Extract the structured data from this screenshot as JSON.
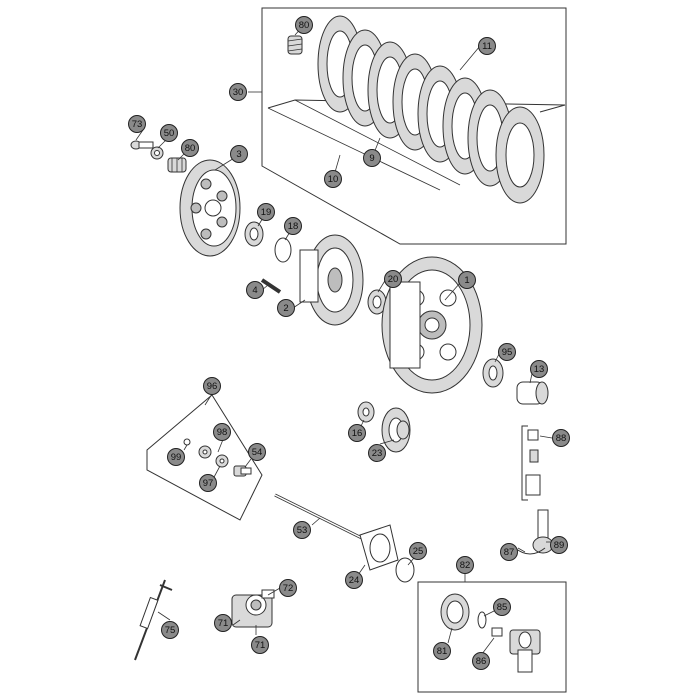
{
  "callout_fill": "#8a8a8a",
  "callouts": [
    {
      "id": "80a",
      "label": "80"
    },
    {
      "id": "11",
      "label": "11"
    },
    {
      "id": "30",
      "label": "30"
    },
    {
      "id": "9",
      "label": "9"
    },
    {
      "id": "10",
      "label": "10"
    },
    {
      "id": "73",
      "label": "73"
    },
    {
      "id": "50",
      "label": "50"
    },
    {
      "id": "80b",
      "label": "80"
    },
    {
      "id": "3",
      "label": "3"
    },
    {
      "id": "19",
      "label": "19"
    },
    {
      "id": "18",
      "label": "18"
    },
    {
      "id": "20",
      "label": "20"
    },
    {
      "id": "1",
      "label": "1"
    },
    {
      "id": "4",
      "label": "4"
    },
    {
      "id": "2",
      "label": "2"
    },
    {
      "id": "95",
      "label": "95"
    },
    {
      "id": "13",
      "label": "13"
    },
    {
      "id": "96",
      "label": "96"
    },
    {
      "id": "98",
      "label": "98"
    },
    {
      "id": "99",
      "label": "99"
    },
    {
      "id": "54",
      "label": "54"
    },
    {
      "id": "97",
      "label": "97"
    },
    {
      "id": "16",
      "label": "16"
    },
    {
      "id": "23",
      "label": "23"
    },
    {
      "id": "88",
      "label": "88"
    },
    {
      "id": "53",
      "label": "53"
    },
    {
      "id": "87",
      "label": "87"
    },
    {
      "id": "89",
      "label": "89"
    },
    {
      "id": "24",
      "label": "24"
    },
    {
      "id": "25",
      "label": "25"
    },
    {
      "id": "82",
      "label": "82"
    },
    {
      "id": "72",
      "label": "72"
    },
    {
      "id": "85",
      "label": "85"
    },
    {
      "id": "71a",
      "label": "71"
    },
    {
      "id": "75",
      "label": "75"
    },
    {
      "id": "71b",
      "label": "71"
    },
    {
      "id": "81",
      "label": "81"
    },
    {
      "id": "86",
      "label": "86"
    }
  ]
}
